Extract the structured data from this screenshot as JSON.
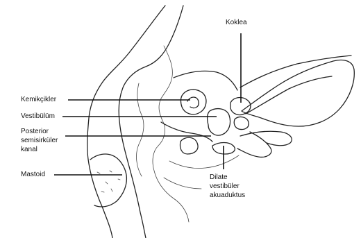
{
  "labels": {
    "koklea": "Koklea",
    "kemikcikler": "Kemikçikler",
    "vestibulum": "Vestibülüm",
    "posterior_lines": [
      "Posterior",
      "semisirküler",
      "kanal"
    ],
    "mastoid": "Mastoid",
    "dilate_lines": [
      "Dilate",
      "vestibüler",
      "akuaduktus"
    ]
  }
}
